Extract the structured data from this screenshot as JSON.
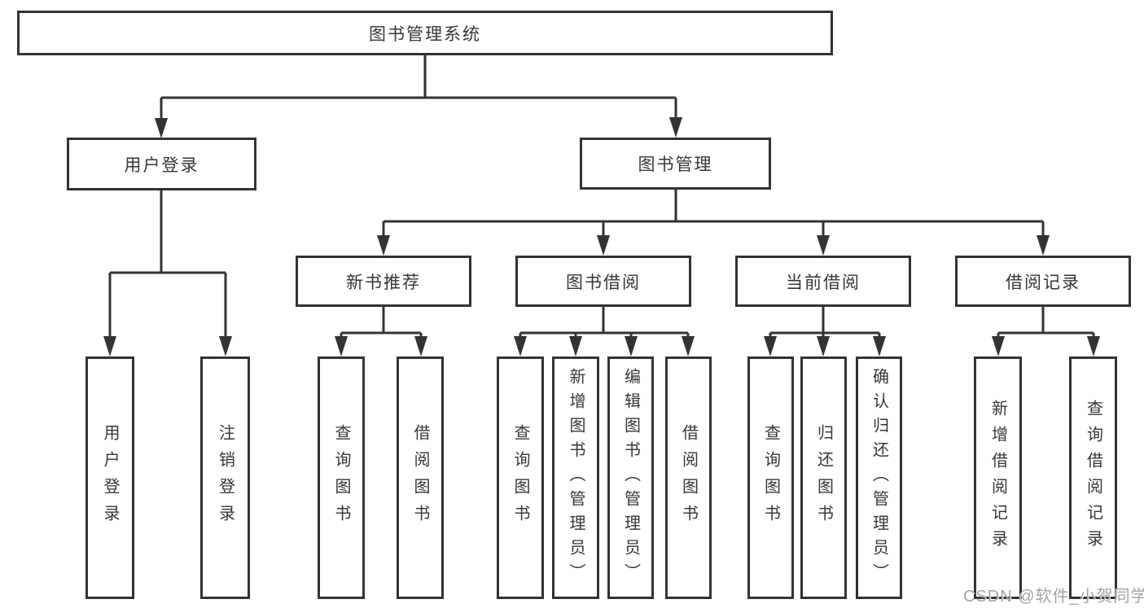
{
  "colors": {
    "line": "#333333",
    "box_border": "#333333",
    "text": "#363636",
    "watermark": "#a3a3a3",
    "background": "#ffffff"
  },
  "watermark": {
    "text": "CSDN @软件_小贺同学"
  },
  "tree": {
    "root": {
      "label": "图书管理系统"
    },
    "branches": [
      {
        "label": "用户登录",
        "children": [
          {
            "label": "用户登录"
          },
          {
            "label": "注销登录"
          }
        ]
      },
      {
        "label": "图书管理",
        "children": [
          {
            "label": "新书推荐",
            "children": [
              {
                "label": "查询图书"
              },
              {
                "label": "借阅图书"
              }
            ]
          },
          {
            "label": "图书借阅",
            "children": [
              {
                "label": "查询图书"
              },
              {
                "label": "新增图书（管理员）"
              },
              {
                "label": "编辑图书（管理员）"
              },
              {
                "label": "借阅图书"
              }
            ]
          },
          {
            "label": "当前借阅",
            "children": [
              {
                "label": "查询图书"
              },
              {
                "label": "归还图书"
              },
              {
                "label": "确认归还（管理员）"
              }
            ]
          },
          {
            "label": "借阅记录",
            "children": [
              {
                "label": "新增借阅记录"
              },
              {
                "label": "查询借阅记录"
              }
            ]
          }
        ]
      }
    ]
  }
}
